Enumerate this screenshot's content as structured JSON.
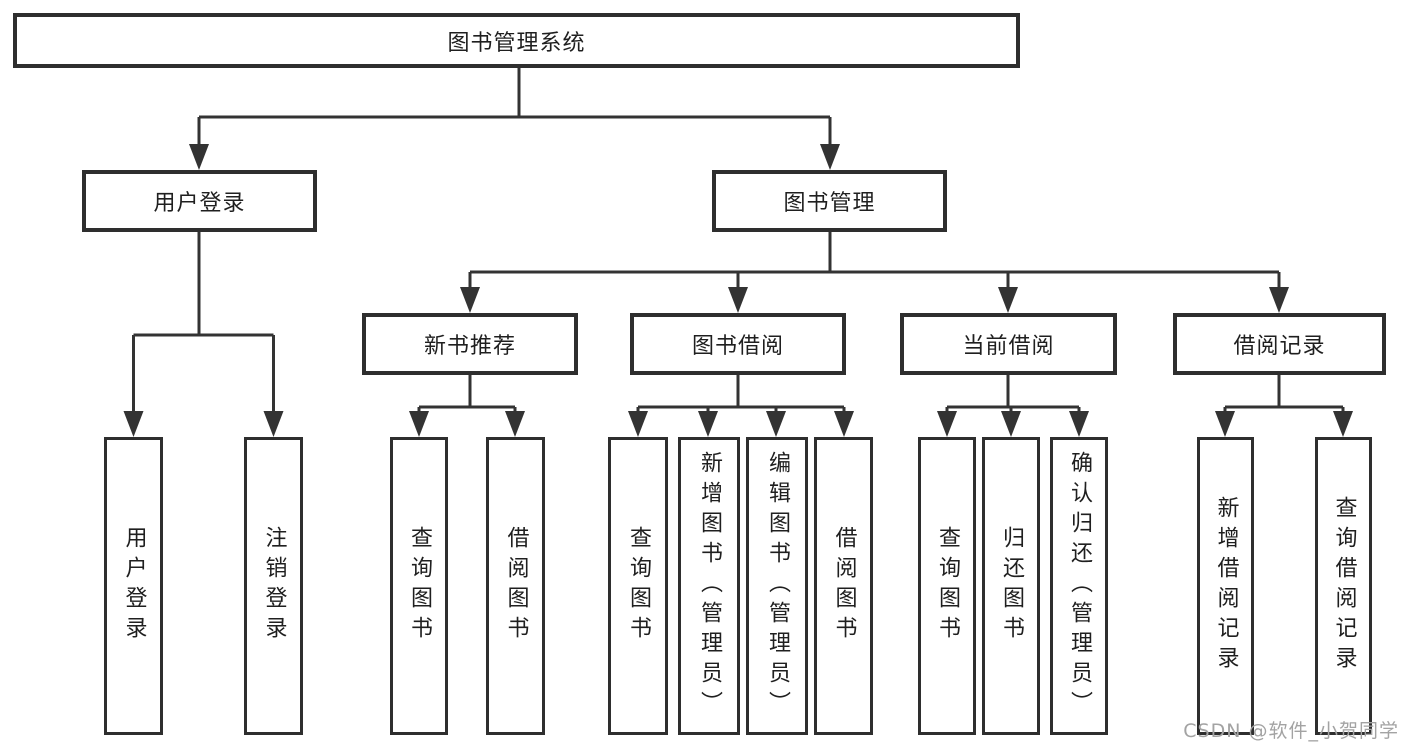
{
  "colors": {
    "line": "#333333",
    "box_border": "#2e2e2e",
    "text": "#1f1f1f",
    "watermark": "#a3a3a3",
    "background": "#ffffff"
  },
  "watermark": {
    "text": "CSDN @软件_小贺同学"
  },
  "tree": {
    "label": "图书管理系统",
    "children": [
      {
        "label": "用户登录",
        "children": [
          {
            "label": "用户登录"
          },
          {
            "label": "注销登录"
          }
        ]
      },
      {
        "label": "图书管理",
        "children": [
          {
            "label": "新书推荐",
            "children": [
              {
                "label": "查询图书"
              },
              {
                "label": "借阅图书"
              }
            ]
          },
          {
            "label": "图书借阅",
            "children": [
              {
                "label": "查询图书"
              },
              {
                "label": "新增图书（管理员）"
              },
              {
                "label": "编辑图书（管理员）"
              },
              {
                "label": "借阅图书"
              }
            ]
          },
          {
            "label": "当前借阅",
            "children": [
              {
                "label": "查询图书"
              },
              {
                "label": "归还图书"
              },
              {
                "label": "确认归还（管理员）"
              }
            ]
          },
          {
            "label": "借阅记录",
            "children": [
              {
                "label": "新增借阅记录"
              },
              {
                "label": "查询借阅记录"
              }
            ]
          }
        ]
      }
    ]
  }
}
